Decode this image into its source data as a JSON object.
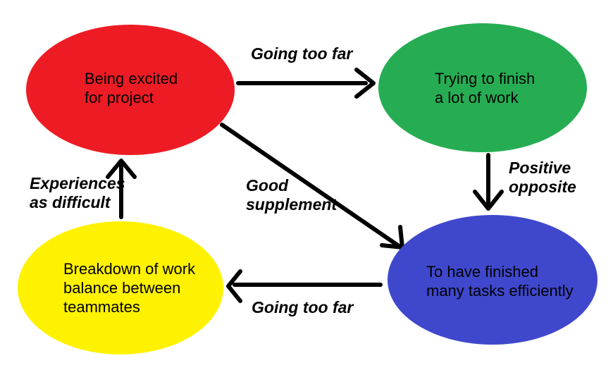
{
  "diagram": {
    "background": "#FFFFFF",
    "arrow_color": "#000000",
    "nodes": [
      {
        "id": "excited",
        "color": "#ED1C24",
        "label": "Being excited for project",
        "label_lines": [
          "Being excited",
          "for project"
        ]
      },
      {
        "id": "trying",
        "color": "#26AD53",
        "label": "Trying to finish a lot of work",
        "label_lines": [
          "Trying to finish",
          "a lot of work"
        ]
      },
      {
        "id": "finished",
        "color": "#3F48CC",
        "label": "To have finished many tasks efficiently",
        "label_lines": [
          "To have finished",
          "many tasks efficiently"
        ]
      },
      {
        "id": "breakdown",
        "color": "#FFF200",
        "label": "Breakdown of work balance between teammates",
        "label_lines": [
          "Breakdown of work",
          "balance between",
          "teammates"
        ]
      }
    ],
    "edges": [
      {
        "from": "excited",
        "to": "trying",
        "label": "Going too far",
        "label_lines": [
          "Going too far"
        ]
      },
      {
        "from": "trying",
        "to": "finished",
        "label": "Positive opposite",
        "label_lines": [
          "Positive",
          "opposite"
        ]
      },
      {
        "from": "excited",
        "to": "finished",
        "label": "Good supplement",
        "label_lines": [
          "Good",
          "supplement"
        ]
      },
      {
        "from": "finished",
        "to": "breakdown",
        "label": "Going too far",
        "label_lines": [
          "Going too far"
        ]
      },
      {
        "from": "breakdown",
        "to": "excited",
        "label": "Experiences as difficult",
        "label_lines": [
          "Experiences",
          "as difficult"
        ]
      }
    ]
  }
}
